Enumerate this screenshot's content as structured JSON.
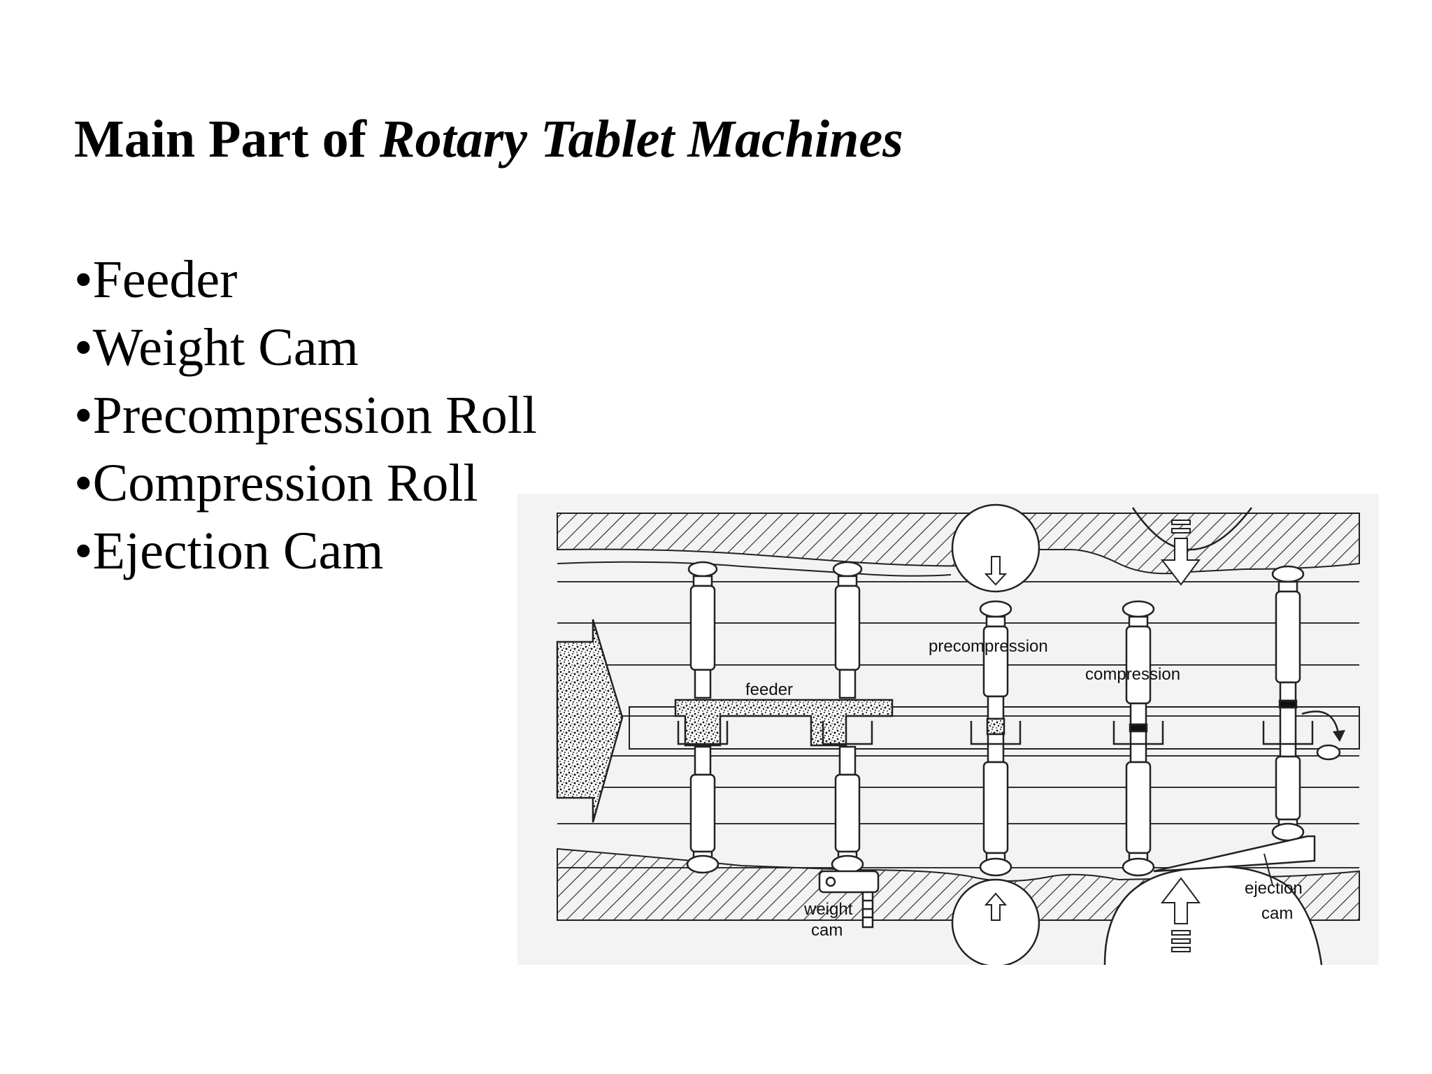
{
  "slide": {
    "title_plain": "Main Part of ",
    "title_italic": "Rotary Tablet Machines",
    "bullets": [
      "•Feeder",
      "•Weight Cam",
      "•Precompression Roll",
      "•Compression Roll",
      "•Ejection Cam"
    ]
  },
  "figure": {
    "labels": {
      "feeder": "feeder",
      "precompression": "precompression",
      "compression": "compression",
      "weight_line1": "weight",
      "weight_line2": "cam",
      "ejection_line1": "ejection",
      "ejection_line2": "cam"
    }
  }
}
